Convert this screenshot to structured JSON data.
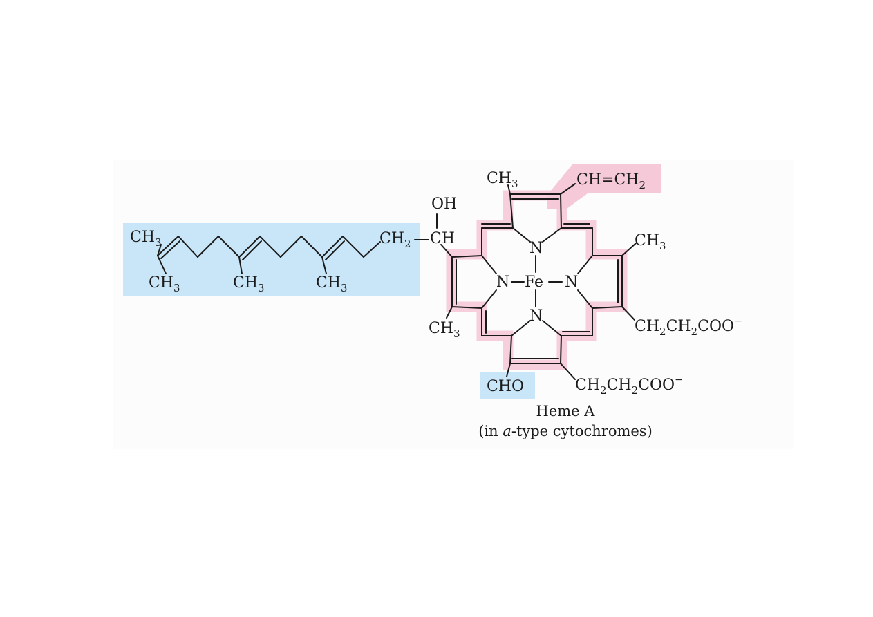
{
  "molecule": {
    "tail": {
      "ch3_left": "CH3",
      "ch3_1": "CH3",
      "ch3_2": "CH3",
      "ch3_3": "CH3",
      "ch2": "CH2",
      "ch": "CH",
      "oh": "OH"
    },
    "ring": {
      "fe": "Fe",
      "n_top": "N",
      "n_left": "N",
      "n_right": "N",
      "n_bottom": "N"
    },
    "substituents": {
      "ch3_top": "CH3",
      "vinyl": "CH=CH2",
      "ch3_right": "CH3",
      "propionate_right": "CH2CH2COO−",
      "propionate_bottom": "CH2CH2COO−",
      "cho": "CHO",
      "ch3_lowerleft": "CH3"
    }
  },
  "caption": {
    "line1": "Heme A",
    "line2_prefix": "(in ",
    "line2_italic": "a",
    "line2_suffix": "-type cytochromes)"
  },
  "highlight_colors": {
    "isoprenoid_blue": "#c9e6f8",
    "porphyrin_pink": "#f5c9d8",
    "background_panel": "#fcfcfc"
  }
}
